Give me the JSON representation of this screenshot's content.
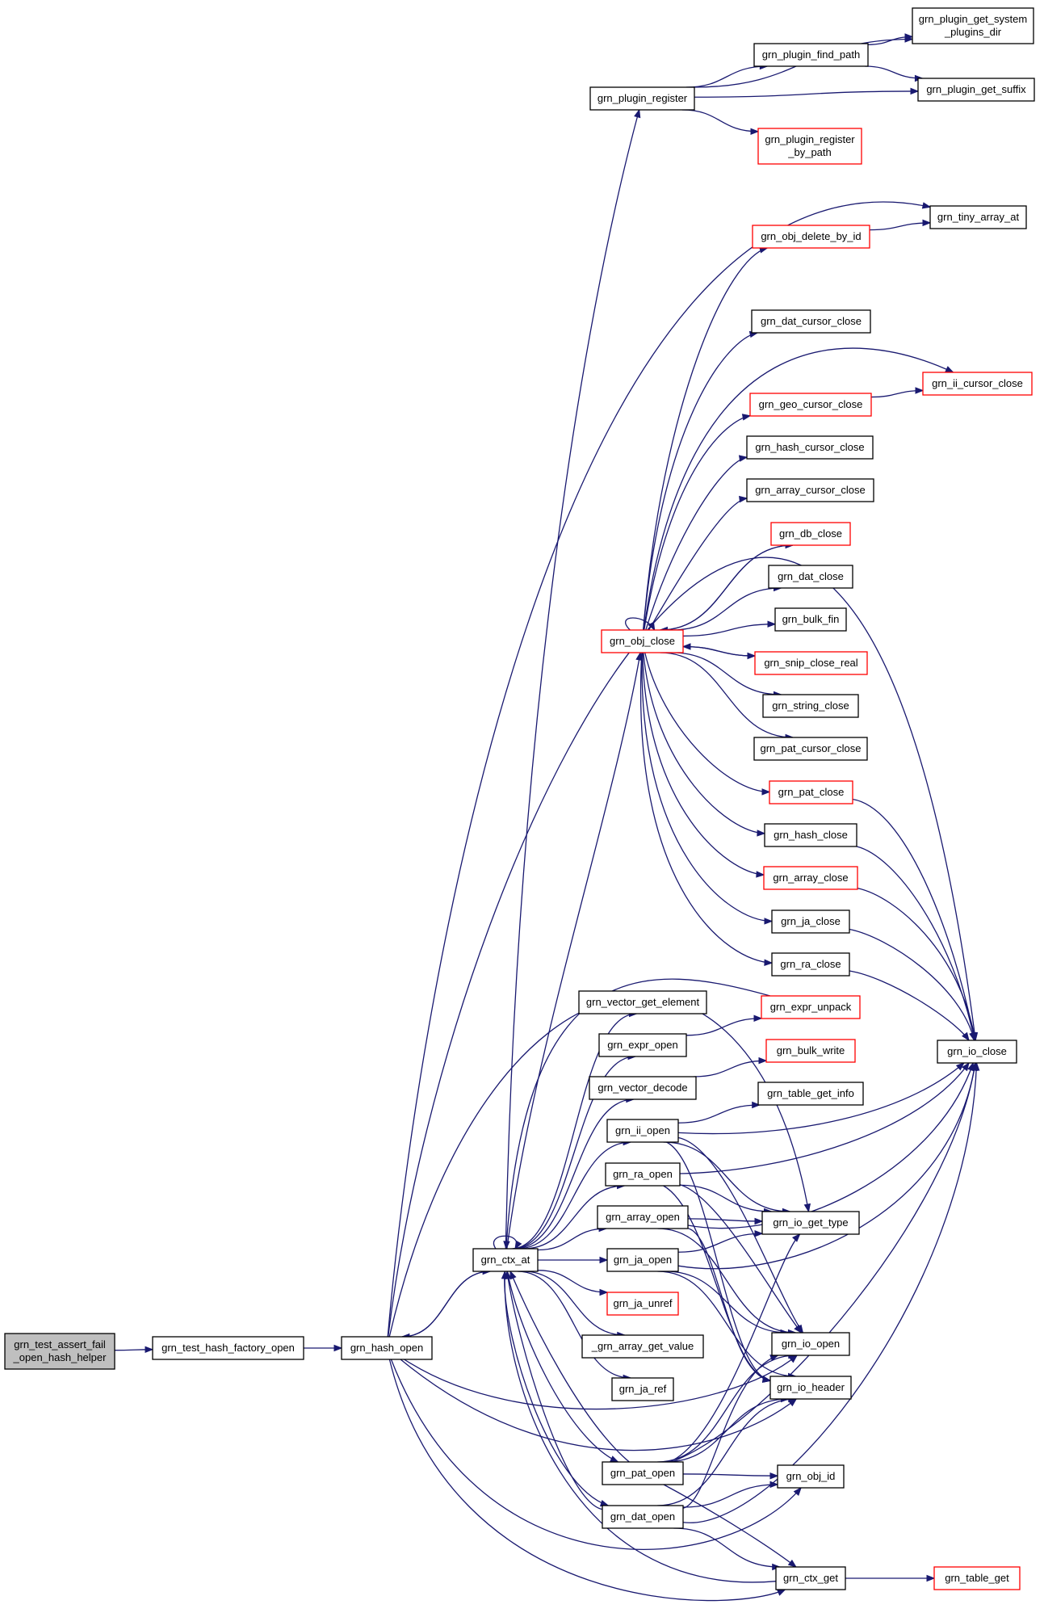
{
  "diagram": {
    "colors": {
      "edge": "#191970",
      "node_fill": "#ffffff",
      "node_border": "#000000",
      "node_border_incomplete": "#ff0000",
      "focus_fill": "#bfbfbf"
    },
    "nodes": [
      {
        "id": "root",
        "lines": [
          "grn_test_assert_fail",
          "_open_hash_helper"
        ],
        "style": "focus"
      },
      {
        "id": "factory_open",
        "lines": [
          "grn_test_hash_factory_open"
        ],
        "style": "normal"
      },
      {
        "id": "hash_open",
        "lines": [
          "grn_hash_open"
        ],
        "style": "normal"
      },
      {
        "id": "ctx_at",
        "lines": [
          "grn_ctx_at"
        ],
        "style": "normal"
      },
      {
        "id": "plugin_register",
        "lines": [
          "grn_plugin_register"
        ],
        "style": "normal"
      },
      {
        "id": "plugin_find_path",
        "lines": [
          "grn_plugin_find_path"
        ],
        "style": "normal"
      },
      {
        "id": "plugin_get_system_plugins_dir",
        "lines": [
          "grn_plugin_get_system",
          "_plugins_dir"
        ],
        "style": "normal"
      },
      {
        "id": "plugin_get_suffix",
        "lines": [
          "grn_plugin_get_suffix"
        ],
        "style": "normal"
      },
      {
        "id": "plugin_register_by_path",
        "lines": [
          "grn_plugin_register",
          "_by_path"
        ],
        "style": "red"
      },
      {
        "id": "obj_delete_by_id",
        "lines": [
          "grn_obj_delete_by_id"
        ],
        "style": "red"
      },
      {
        "id": "tiny_array_at",
        "lines": [
          "grn_tiny_array_at"
        ],
        "style": "normal"
      },
      {
        "id": "dat_cursor_close",
        "lines": [
          "grn_dat_cursor_close"
        ],
        "style": "normal"
      },
      {
        "id": "ii_cursor_close",
        "lines": [
          "grn_ii_cursor_close"
        ],
        "style": "red"
      },
      {
        "id": "geo_cursor_close",
        "lines": [
          "grn_geo_cursor_close"
        ],
        "style": "red"
      },
      {
        "id": "hash_cursor_close",
        "lines": [
          "grn_hash_cursor_close"
        ],
        "style": "normal"
      },
      {
        "id": "array_cursor_close",
        "lines": [
          "grn_array_cursor_close"
        ],
        "style": "normal"
      },
      {
        "id": "db_close",
        "lines": [
          "grn_db_close"
        ],
        "style": "red"
      },
      {
        "id": "dat_close",
        "lines": [
          "grn_dat_close"
        ],
        "style": "normal"
      },
      {
        "id": "bulk_fin",
        "lines": [
          "grn_bulk_fin"
        ],
        "style": "normal"
      },
      {
        "id": "obj_close",
        "lines": [
          "grn_obj_close"
        ],
        "style": "red"
      },
      {
        "id": "snip_close_real",
        "lines": [
          "grn_snip_close_real"
        ],
        "style": "red"
      },
      {
        "id": "string_close",
        "lines": [
          "grn_string_close"
        ],
        "style": "normal"
      },
      {
        "id": "pat_cursor_close",
        "lines": [
          "grn_pat_cursor_close"
        ],
        "style": "normal"
      },
      {
        "id": "pat_close",
        "lines": [
          "grn_pat_close"
        ],
        "style": "red"
      },
      {
        "id": "hash_close",
        "lines": [
          "grn_hash_close"
        ],
        "style": "normal"
      },
      {
        "id": "array_close",
        "lines": [
          "grn_array_close"
        ],
        "style": "red"
      },
      {
        "id": "ja_close",
        "lines": [
          "grn_ja_close"
        ],
        "style": "normal"
      },
      {
        "id": "ra_close",
        "lines": [
          "grn_ra_close"
        ],
        "style": "normal"
      },
      {
        "id": "io_close",
        "lines": [
          "grn_io_close"
        ],
        "style": "normal"
      },
      {
        "id": "vector_get_element",
        "lines": [
          "grn_vector_get_element"
        ],
        "style": "normal"
      },
      {
        "id": "expr_unpack",
        "lines": [
          "grn_expr_unpack"
        ],
        "style": "red"
      },
      {
        "id": "expr_open",
        "lines": [
          "grn_expr_open"
        ],
        "style": "normal"
      },
      {
        "id": "bulk_write",
        "lines": [
          "grn_bulk_write"
        ],
        "style": "red"
      },
      {
        "id": "vector_decode",
        "lines": [
          "grn_vector_decode"
        ],
        "style": "normal"
      },
      {
        "id": "table_get_info",
        "lines": [
          "grn_table_get_info"
        ],
        "style": "normal"
      },
      {
        "id": "ii_open",
        "lines": [
          "grn_ii_open"
        ],
        "style": "normal"
      },
      {
        "id": "ra_open",
        "lines": [
          "grn_ra_open"
        ],
        "style": "normal"
      },
      {
        "id": "array_open",
        "lines": [
          "grn_array_open"
        ],
        "style": "normal"
      },
      {
        "id": "io_get_type",
        "lines": [
          "grn_io_get_type"
        ],
        "style": "normal"
      },
      {
        "id": "ja_open",
        "lines": [
          "grn_ja_open"
        ],
        "style": "normal"
      },
      {
        "id": "ja_unref",
        "lines": [
          "grn_ja_unref"
        ],
        "style": "red"
      },
      {
        "id": "array_get_value",
        "lines": [
          "_grn_array_get_value"
        ],
        "style": "normal"
      },
      {
        "id": "io_open",
        "lines": [
          "grn_io_open"
        ],
        "style": "normal"
      },
      {
        "id": "ja_ref",
        "lines": [
          "grn_ja_ref"
        ],
        "style": "normal"
      },
      {
        "id": "io_header",
        "lines": [
          "grn_io_header"
        ],
        "style": "normal"
      },
      {
        "id": "pat_open",
        "lines": [
          "grn_pat_open"
        ],
        "style": "normal"
      },
      {
        "id": "obj_id",
        "lines": [
          "grn_obj_id"
        ],
        "style": "normal"
      },
      {
        "id": "dat_open",
        "lines": [
          "grn_dat_open"
        ],
        "style": "normal"
      },
      {
        "id": "ctx_get",
        "lines": [
          "grn_ctx_get"
        ],
        "style": "normal"
      },
      {
        "id": "table_get",
        "lines": [
          "grn_table_get"
        ],
        "style": "red"
      }
    ],
    "edges": [
      [
        "root",
        "factory_open"
      ],
      [
        "factory_open",
        "hash_open"
      ],
      [
        "hash_open",
        "ctx_at"
      ],
      [
        "ctx_at",
        "hash_open"
      ],
      [
        "hash_open",
        "tiny_array_at"
      ],
      [
        "hash_open",
        "io_close"
      ],
      [
        "hash_open",
        "io_get_type"
      ],
      [
        "hash_open",
        "io_open"
      ],
      [
        "hash_open",
        "io_header"
      ],
      [
        "hash_open",
        "obj_id"
      ],
      [
        "hash_open",
        "ctx_get"
      ],
      [
        "ctx_at",
        "ctx_at"
      ],
      [
        "ctx_at",
        "plugin_register"
      ],
      [
        "ctx_at",
        "obj_close"
      ],
      [
        "ctx_at",
        "vector_get_element"
      ],
      [
        "ctx_at",
        "expr_open"
      ],
      [
        "ctx_at",
        "vector_decode"
      ],
      [
        "ctx_at",
        "ii_open"
      ],
      [
        "ctx_at",
        "ra_open"
      ],
      [
        "ctx_at",
        "array_open"
      ],
      [
        "ctx_at",
        "ja_open"
      ],
      [
        "ctx_at",
        "ja_unref"
      ],
      [
        "ctx_at",
        "array_get_value"
      ],
      [
        "ctx_at",
        "ja_ref"
      ],
      [
        "ctx_at",
        "pat_open"
      ],
      [
        "ctx_at",
        "dat_open"
      ],
      [
        "pat_open",
        "ctx_at"
      ],
      [
        "dat_open",
        "ctx_at"
      ],
      [
        "ctx_get",
        "ctx_at"
      ],
      [
        "plugin_register",
        "plugin_find_path"
      ],
      [
        "plugin_register",
        "plugin_get_system_plugins_dir"
      ],
      [
        "plugin_register",
        "plugin_get_suffix"
      ],
      [
        "plugin_register",
        "plugin_register_by_path"
      ],
      [
        "plugin_find_path",
        "plugin_get_system_plugins_dir"
      ],
      [
        "plugin_find_path",
        "plugin_get_suffix"
      ],
      [
        "obj_delete_by_id",
        "tiny_array_at"
      ],
      [
        "obj_close",
        "obj_close"
      ],
      [
        "obj_close",
        "obj_delete_by_id"
      ],
      [
        "obj_close",
        "dat_cursor_close"
      ],
      [
        "obj_close",
        "ii_cursor_close"
      ],
      [
        "obj_close",
        "geo_cursor_close"
      ],
      [
        "obj_close",
        "hash_cursor_close"
      ],
      [
        "obj_close",
        "array_cursor_close"
      ],
      [
        "obj_close",
        "db_close"
      ],
      [
        "db_close",
        "obj_close"
      ],
      [
        "obj_close",
        "dat_close"
      ],
      [
        "obj_close",
        "bulk_fin"
      ],
      [
        "obj_close",
        "snip_close_real"
      ],
      [
        "snip_close_real",
        "obj_close"
      ],
      [
        "obj_close",
        "string_close"
      ],
      [
        "obj_close",
        "pat_cursor_close"
      ],
      [
        "obj_close",
        "pat_close"
      ],
      [
        "obj_close",
        "hash_close"
      ],
      [
        "obj_close",
        "array_close"
      ],
      [
        "obj_close",
        "ja_close"
      ],
      [
        "obj_close",
        "ra_close"
      ],
      [
        "geo_cursor_close",
        "ii_cursor_close"
      ],
      [
        "pat_close",
        "io_close"
      ],
      [
        "hash_close",
        "io_close"
      ],
      [
        "array_close",
        "io_close"
      ],
      [
        "ja_close",
        "io_close"
      ],
      [
        "ra_close",
        "io_close"
      ],
      [
        "expr_unpack",
        "ctx_at"
      ],
      [
        "expr_open",
        "expr_unpack"
      ],
      [
        "vector_decode",
        "bulk_write"
      ],
      [
        "ii_open",
        "table_get_info"
      ],
      [
        "ii_open",
        "io_close"
      ],
      [
        "ii_open",
        "io_get_type"
      ],
      [
        "ii_open",
        "io_open"
      ],
      [
        "ii_open",
        "io_header"
      ],
      [
        "ra_open",
        "io_close"
      ],
      [
        "ra_open",
        "io_get_type"
      ],
      [
        "ra_open",
        "io_open"
      ],
      [
        "ra_open",
        "io_header"
      ],
      [
        "array_open",
        "io_close"
      ],
      [
        "array_open",
        "io_get_type"
      ],
      [
        "array_open",
        "io_open"
      ],
      [
        "array_open",
        "io_header"
      ],
      [
        "ja_open",
        "io_close"
      ],
      [
        "ja_open",
        "io_get_type"
      ],
      [
        "ja_open",
        "io_open"
      ],
      [
        "ja_open",
        "io_header"
      ],
      [
        "pat_open",
        "io_close"
      ],
      [
        "pat_open",
        "io_get_type"
      ],
      [
        "pat_open",
        "io_open"
      ],
      [
        "pat_open",
        "io_header"
      ],
      [
        "pat_open",
        "obj_id"
      ],
      [
        "pat_open",
        "ctx_get"
      ],
      [
        "dat_open",
        "io_close"
      ],
      [
        "dat_open",
        "io_open"
      ],
      [
        "dat_open",
        "io_header"
      ],
      [
        "dat_open",
        "obj_id"
      ],
      [
        "dat_open",
        "ctx_get"
      ],
      [
        "ctx_get",
        "table_get"
      ]
    ]
  }
}
